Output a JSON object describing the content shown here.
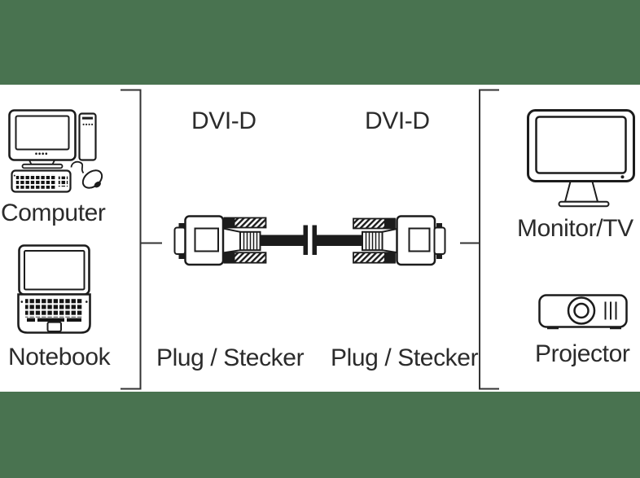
{
  "colors": {
    "band_green": "#497350",
    "text": "#2b2b2b",
    "line": "#1c1c1c"
  },
  "labels": {
    "dvi_left": "DVI-D",
    "dvi_right": "DVI-D",
    "plug_left": "Plug / Stecker",
    "plug_right": "Plug / Stecker",
    "computer": "Computer",
    "notebook": "Notebook",
    "monitor_tv": "Monitor/TV",
    "projector": "Projector"
  },
  "icons": {
    "computer": "desktop-computer-icon",
    "notebook": "notebook-icon",
    "monitor_tv": "monitor-tv-icon",
    "projector": "projector-icon",
    "cable": "dvi-cable-icon",
    "break": "cable-break-icon"
  }
}
